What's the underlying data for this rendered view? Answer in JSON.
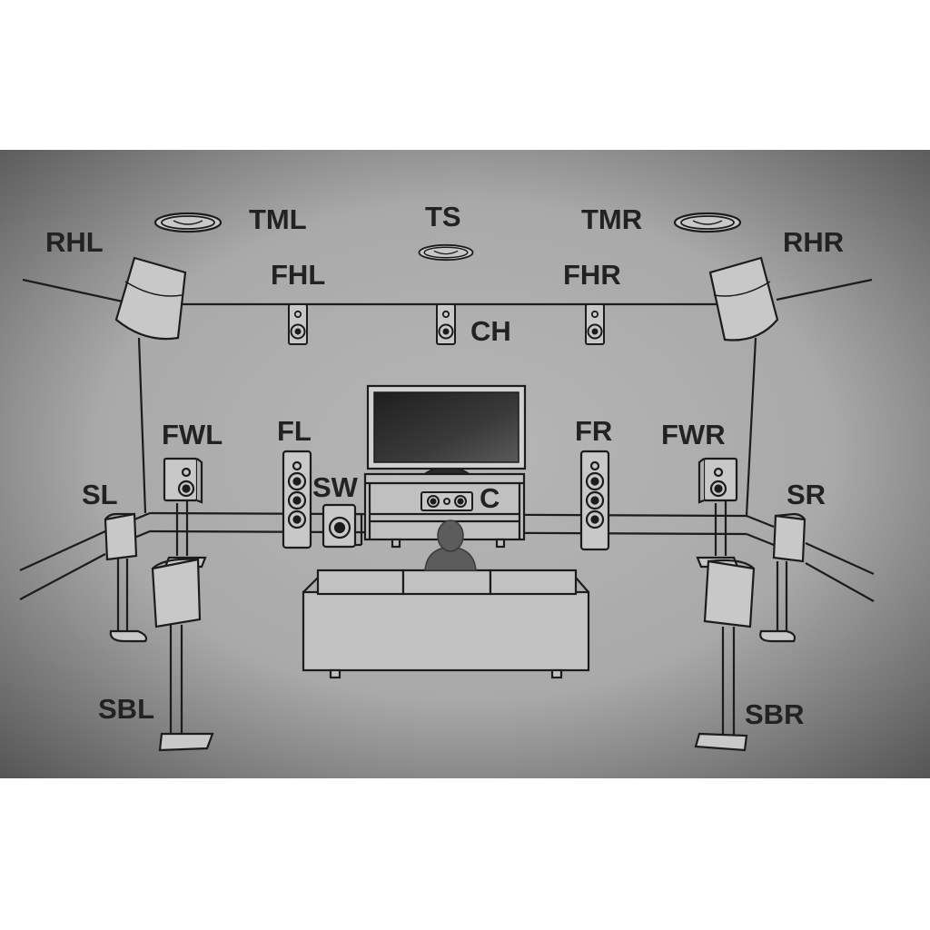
{
  "colors": {
    "panel_center": "#b4b4b4",
    "panel_edge": "#5a5a5a",
    "line": "#1c1c1c",
    "speaker_fill": "#c8c8c8",
    "tv_screen": "#2f2f2f",
    "person": "#5c5c5c"
  },
  "labels": {
    "tml": "TML",
    "ts": "TS",
    "tmr": "TMR",
    "rhl": "RHL",
    "rhr": "RHR",
    "fhl": "FHL",
    "fhr": "FHR",
    "ch": "CH",
    "fwl": "FWL",
    "fl": "FL",
    "fr": "FR",
    "fwr": "FWR",
    "sw": "SW",
    "c": "C",
    "sl": "SL",
    "sr": "SR",
    "sbl": "SBL",
    "sbr": "SBR"
  }
}
